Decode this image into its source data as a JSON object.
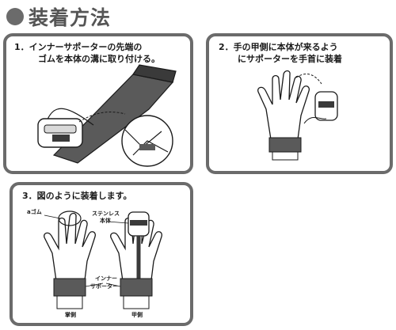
{
  "header": {
    "title": "装着方法"
  },
  "steps": [
    {
      "line1": "1．インナーサポーターの先端の",
      "line2": "ゴムを本体の溝に取り付ける。"
    },
    {
      "line1": "2．手の甲側に本体が来るよう",
      "line2": "にサポーターを手首に装着"
    },
    {
      "line1": "3．図のように装着します。"
    }
  ],
  "labels": {
    "rubber": "aゴム",
    "stainless_1": "ステンレス",
    "stainless_2": "本体",
    "inner_1": "インナー",
    "inner_2": "サポーター",
    "palm": "掌側",
    "back": "甲側"
  },
  "colors": {
    "border": "#6b6b6b",
    "title": "#555555",
    "dark": "#3a3a3a",
    "mid": "#7a7a7a",
    "light": "#d9d9d9"
  }
}
